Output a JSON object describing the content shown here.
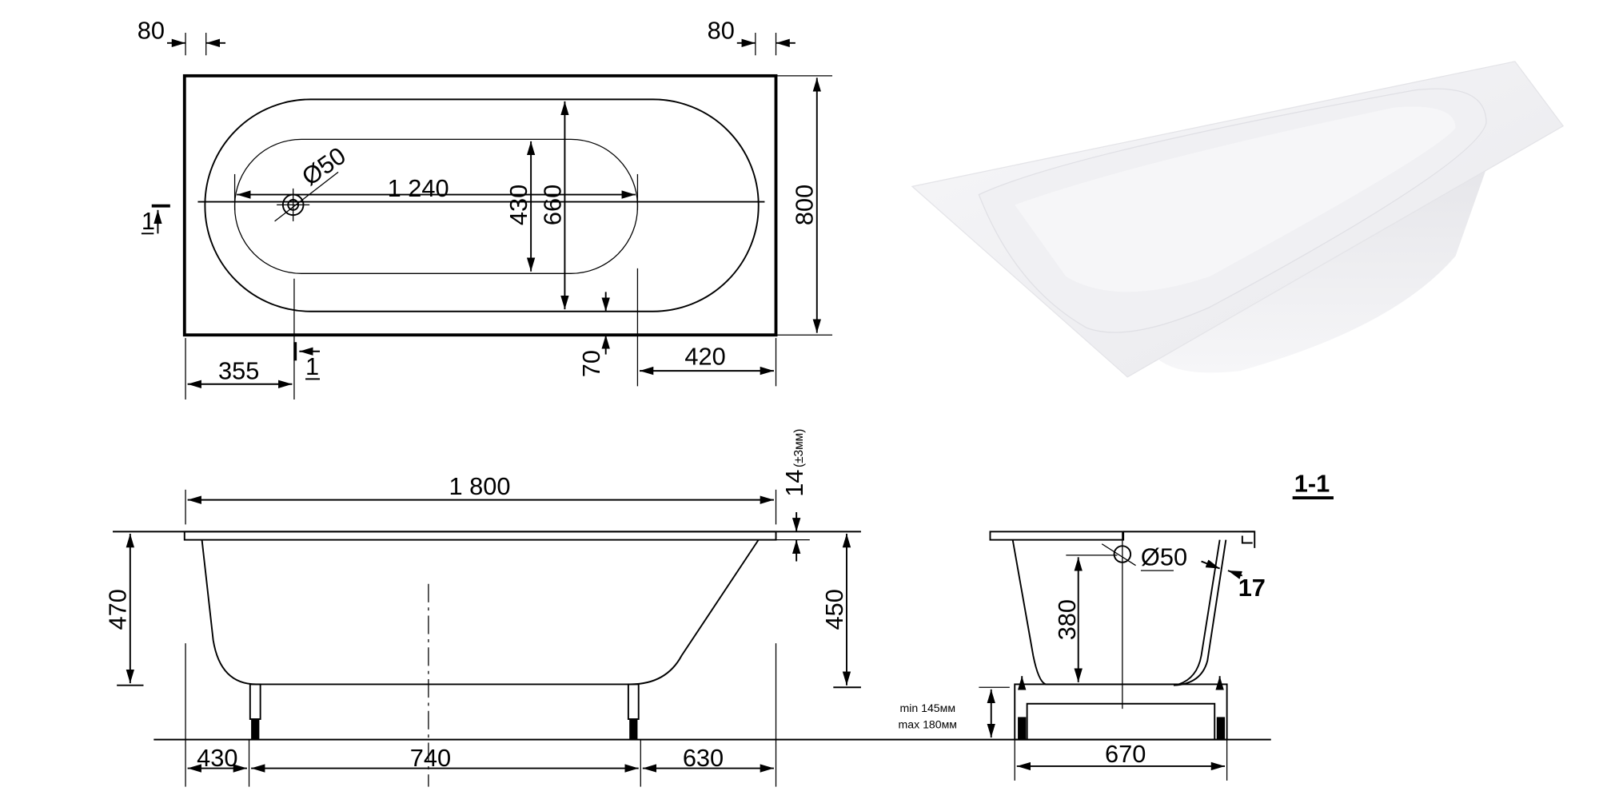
{
  "plan": {
    "dim_rim_left": "80",
    "dim_rim_right": "80",
    "dim_inner_length": "1 240",
    "dim_inner_width": "430",
    "dim_outer_width": "660",
    "dim_total_width": "800",
    "dim_drain_offset": "355",
    "dim_rim_side": "70",
    "dim_right_offset": "420",
    "drain_diameter": "Ø50",
    "section_mark": "1"
  },
  "elevation": {
    "dim_length": "1 800",
    "dim_rim_thickness": "14",
    "dim_rim_tolerance": "(±3мм)",
    "dim_height_total": "470",
    "dim_height_body": "450",
    "dim_leg_left": "430",
    "dim_leg_span": "740",
    "dim_leg_right": "630"
  },
  "section": {
    "title": "1-1",
    "drain_diameter": "Ø50",
    "dim_wall": "17",
    "dim_depth": "380",
    "leg_min": "min 145мм",
    "leg_max": "max 180мм",
    "dim_width": "670"
  },
  "colors": {
    "line": "#000000",
    "tub_light": "#f4f4f6",
    "tub_shade": "#d9d9de"
  }
}
